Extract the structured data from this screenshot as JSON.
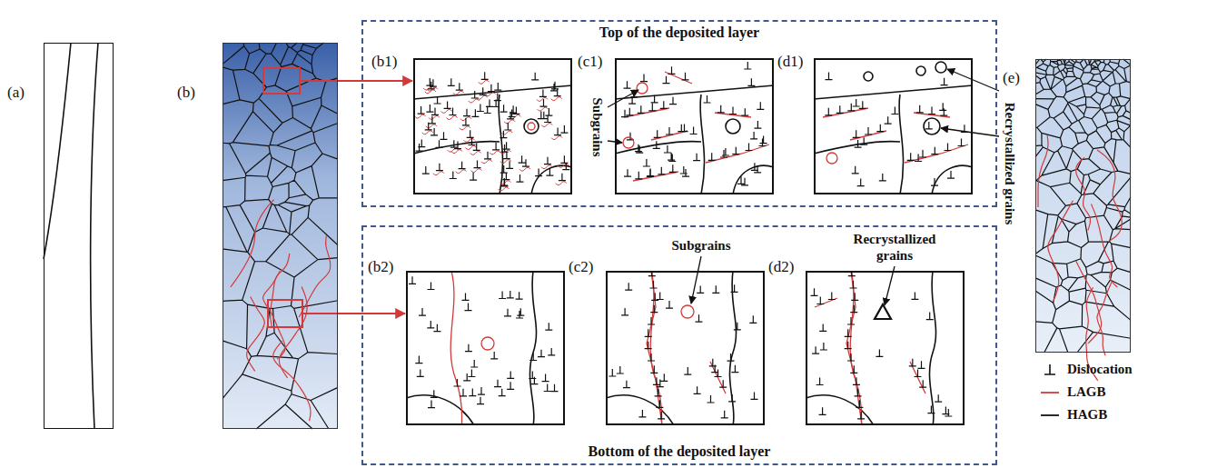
{
  "diagram": {
    "nodes": [
      {
        "text": [
          "(a)"
        ]
      },
      {
        "text": [
          "(b)"
        ]
      },
      {
        "text": [
          "Top of the deposited layer"
        ]
      },
      {
        "text": [
          "(b1)"
        ],
        "in": 2
      },
      {
        "text": [
          "(c1)"
        ],
        "in": 2
      },
      {
        "text": [
          "(d1)"
        ],
        "in": 2
      },
      {
        "text": [
          "Bottom of the deposited layer"
        ]
      },
      {
        "text": [
          "(b2)"
        ],
        "in": 6
      },
      {
        "text": [
          "(c2)"
        ],
        "in": 6
      },
      {
        "text": [
          "(d2)"
        ],
        "in": 6
      },
      {
        "text": [
          "(e)"
        ]
      }
    ],
    "edges": [
      {
        "from": 1,
        "to": 3,
        "arrow": "to"
      },
      {
        "from": 1,
        "to": 7,
        "arrow": "to"
      }
    ],
    "labels": [
      "Subgrains",
      "Recrystallized grains",
      "Subgrains",
      "Recrystallized grains"
    ],
    "legend": [
      {
        "text": "Dislocation"
      },
      {
        "text": "LAGB"
      },
      {
        "text": "HAGB"
      }
    ]
  }
}
